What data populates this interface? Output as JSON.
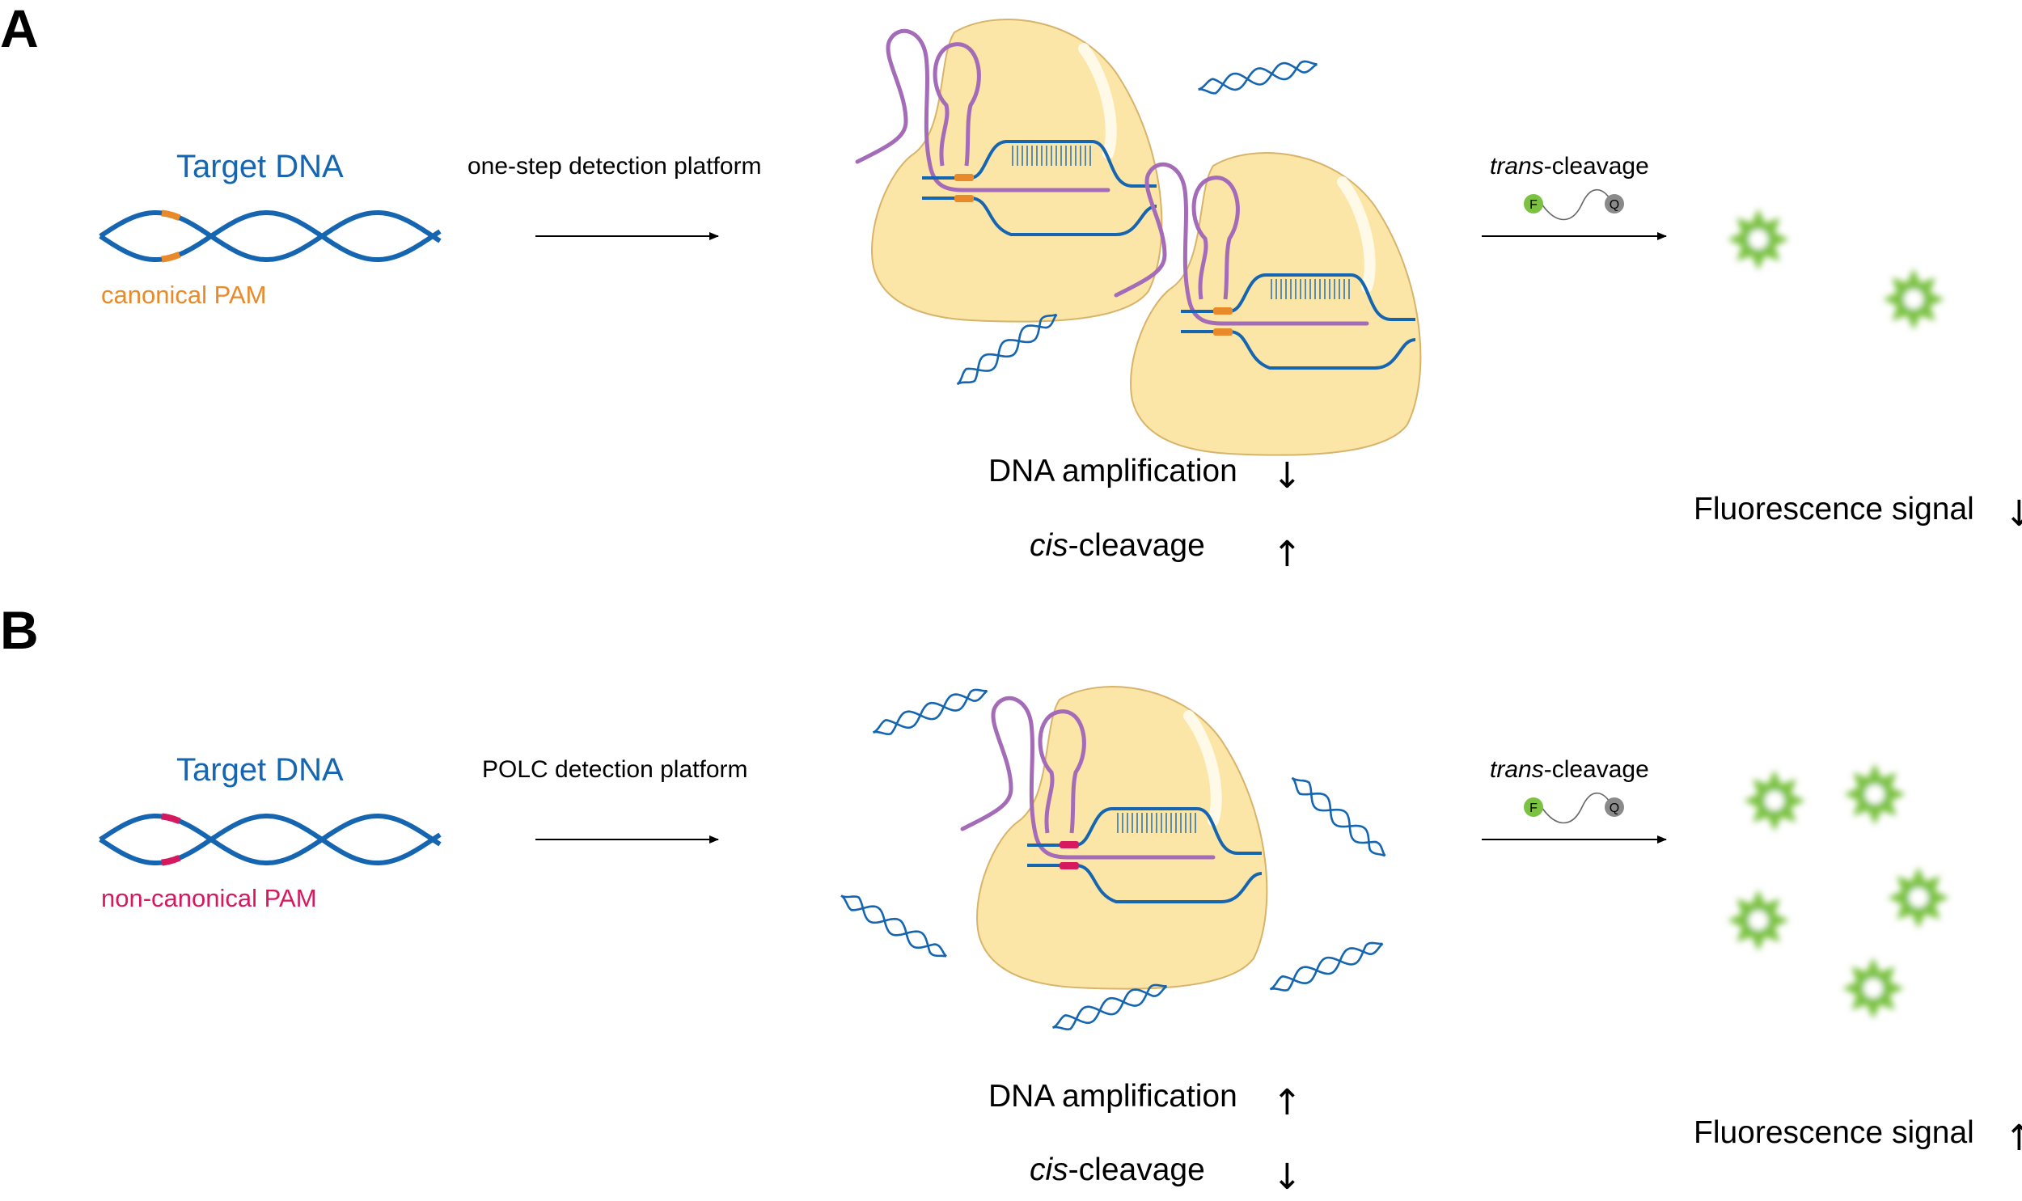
{
  "colors": {
    "dna_blue": "#1565b0",
    "canonical_pam": "#e8892a",
    "noncanonical_pam": "#d6195f",
    "crRNA_purple": "#a46cb8",
    "protein_fill": "#fbe5a7",
    "protein_edge": "#d8b36a",
    "fluor_green": "#7cc242",
    "quencher_gray": "#8a8a8a"
  },
  "panel_a": {
    "letter": "A",
    "target_label": "Target DNA",
    "pam_label": "canonical PAM",
    "platform_label": "one-step detection platform",
    "trans_prefix": "trans",
    "trans_suffix": "-cleavage",
    "reporter_f": "F",
    "reporter_q": "Q",
    "amplification_label": "DNA amplification",
    "amplification_arrow": "↓",
    "cis_prefix": "cis",
    "cis_suffix": "-cleavage",
    "cis_arrow": "↑",
    "fluorescence_label": "Fluorescence signal",
    "fluorescence_arrow": "↓"
  },
  "panel_b": {
    "letter": "B",
    "target_label": "Target DNA",
    "pam_label": "non-canonical PAM",
    "platform_label": "POLC detection platform",
    "trans_prefix": "trans",
    "trans_suffix": "-cleavage",
    "reporter_f": "F",
    "reporter_q": "Q",
    "amplification_label": "DNA amplification",
    "amplification_arrow": "↑",
    "cis_prefix": "cis",
    "cis_suffix": "-cleavage",
    "cis_arrow": "↓",
    "fluorescence_label": "Fluorescence signal",
    "fluorescence_arrow": "↑"
  }
}
